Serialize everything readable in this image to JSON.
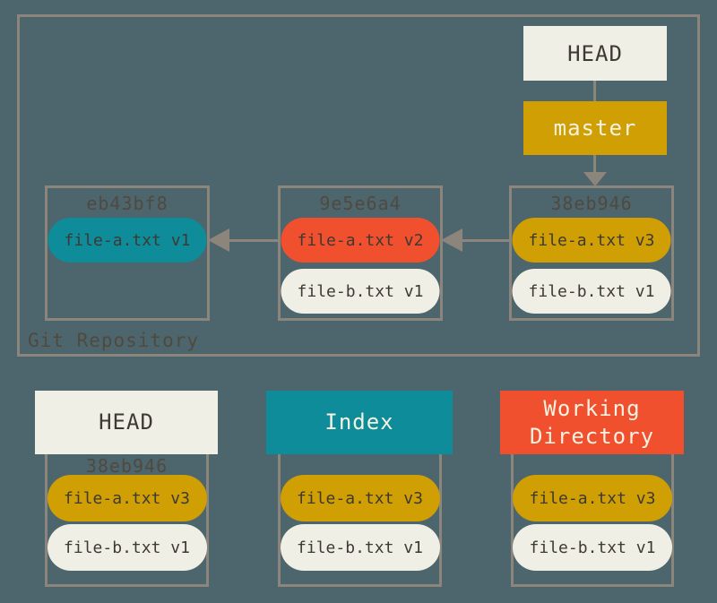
{
  "colors": {
    "background": "#4D666D",
    "border": "#8C857B",
    "cream": "#F0EFE6",
    "teal": "#0E8C99",
    "gold": "#CF9F04",
    "red": "#F0502D",
    "text_dark": "#3E3933",
    "text_light": "#F5F2E2",
    "muted_text": "#50493F"
  },
  "repository": {
    "label": "Git Repository",
    "head_ref": {
      "label": "HEAD"
    },
    "branch": {
      "label": "master"
    },
    "commits": [
      {
        "hash": "eb43bf8",
        "files": [
          {
            "label": "file-a.txt v1",
            "color": "teal"
          }
        ]
      },
      {
        "hash": "9e5e6a4",
        "files": [
          {
            "label": "file-a.txt v2",
            "color": "red"
          },
          {
            "label": "file-b.txt v1",
            "color": "cream"
          }
        ]
      },
      {
        "hash": "38eb946",
        "files": [
          {
            "label": "file-a.txt v3",
            "color": "gold"
          },
          {
            "label": "file-b.txt v1",
            "color": "cream"
          }
        ]
      }
    ]
  },
  "trees": [
    {
      "title": "HEAD",
      "header_color": "cream",
      "hash": "38eb946",
      "files": [
        {
          "label": "file-a.txt v3",
          "color": "gold"
        },
        {
          "label": "file-b.txt v1",
          "color": "cream"
        }
      ]
    },
    {
      "title": "Index",
      "header_color": "teal",
      "hash": "",
      "files": [
        {
          "label": "file-a.txt v3",
          "color": "gold"
        },
        {
          "label": "file-b.txt v1",
          "color": "cream"
        }
      ]
    },
    {
      "title": "Working Directory",
      "header_color": "red",
      "hash": "",
      "files": [
        {
          "label": "file-a.txt v3",
          "color": "gold"
        },
        {
          "label": "file-b.txt v1",
          "color": "cream"
        }
      ]
    }
  ]
}
